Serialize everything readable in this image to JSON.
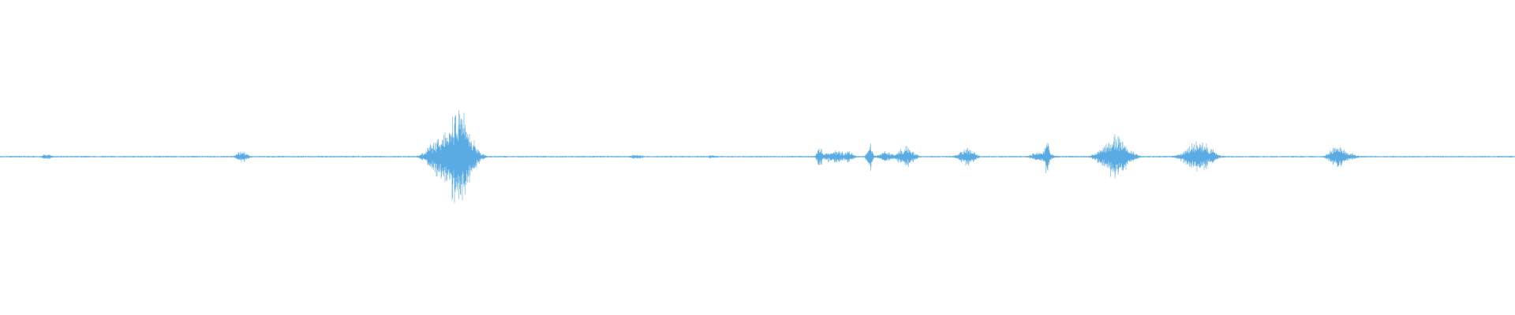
{
  "waveform": {
    "color": "#5aabe3",
    "background": "#ffffff",
    "baseline_amplitude": 0.006,
    "bursts": [
      {
        "position": 0.031,
        "width": 0.004,
        "amplitude": 0.02
      },
      {
        "position": 0.16,
        "width": 0.004,
        "amplitude": 0.05
      },
      {
        "position": 0.292,
        "width": 0.01,
        "amplitude": 0.16
      },
      {
        "position": 0.302,
        "width": 0.01,
        "amplitude": 0.38
      },
      {
        "position": 0.42,
        "width": 0.005,
        "amplitude": 0.02
      },
      {
        "position": 0.47,
        "width": 0.004,
        "amplitude": 0.015
      },
      {
        "position": 0.541,
        "width": 0.002,
        "amplitude": 0.1
      },
      {
        "position": 0.551,
        "width": 0.008,
        "amplitude": 0.05
      },
      {
        "position": 0.56,
        "width": 0.004,
        "amplitude": 0.04
      },
      {
        "position": 0.574,
        "width": 0.002,
        "amplitude": 0.12
      },
      {
        "position": 0.585,
        "width": 0.006,
        "amplitude": 0.04
      },
      {
        "position": 0.598,
        "width": 0.006,
        "amplitude": 0.08
      },
      {
        "position": 0.638,
        "width": 0.006,
        "amplitude": 0.07
      },
      {
        "position": 0.688,
        "width": 0.008,
        "amplitude": 0.04
      },
      {
        "position": 0.691,
        "width": 0.002,
        "amplitude": 0.13
      },
      {
        "position": 0.736,
        "width": 0.01,
        "amplitude": 0.16
      },
      {
        "position": 0.791,
        "width": 0.01,
        "amplitude": 0.12
      },
      {
        "position": 0.883,
        "width": 0.006,
        "amplitude": 0.09
      },
      {
        "position": 0.89,
        "width": 0.006,
        "amplitude": 0.03
      }
    ]
  }
}
